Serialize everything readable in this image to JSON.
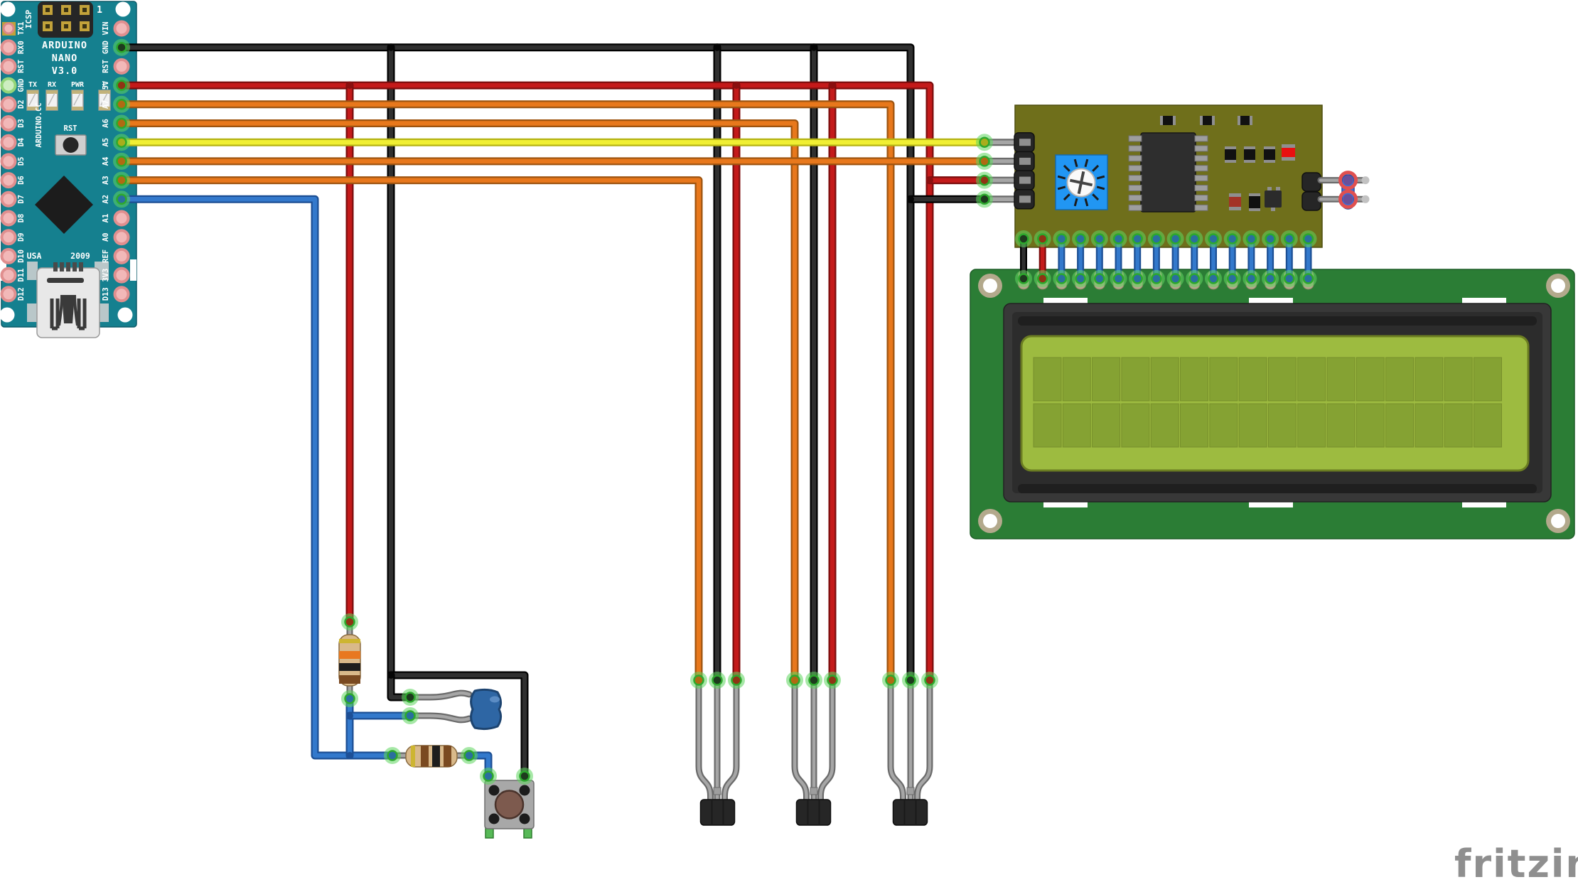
{
  "watermark": {
    "label": "fritzing",
    "color": "#8f8f8f"
  },
  "arduino": {
    "name": "Arduino Nano V3.0",
    "title_lines": [
      "ARDUINO",
      "NANO",
      "V3.0"
    ],
    "icsp_label": "ICSP",
    "pin1_label": "1",
    "reset_label": "RST",
    "brand_vertical": "ARDUINO.CC",
    "origin_label": "USA",
    "year_label": "2009",
    "led_labels": [
      "TX",
      "RX",
      "PWR",
      "L"
    ],
    "left_pins": [
      "TX1",
      "RX0",
      "RST",
      "GND",
      "D2",
      "D3",
      "D4",
      "D5",
      "D6",
      "D7",
      "D8",
      "D9",
      "D10",
      "D11",
      "D12"
    ],
    "right_pins": [
      "VIN",
      "GND",
      "RST",
      "5V",
      "A7",
      "A6",
      "A5",
      "A4",
      "A3",
      "A2",
      "A1",
      "A0",
      "REF",
      "3V3",
      "D13"
    ],
    "wired_right_pins": [
      {
        "pin": "GND",
        "wire": "black"
      },
      {
        "pin": "5V",
        "wire": "red"
      },
      {
        "pin": "A7",
        "wire": "orange"
      },
      {
        "pin": "A6",
        "wire": "orange"
      },
      {
        "pin": "A5",
        "wire": "yellow"
      },
      {
        "pin": "A4",
        "wire": "orange"
      },
      {
        "pin": "A3",
        "wire": "orange"
      },
      {
        "pin": "A2",
        "wire": "blue"
      }
    ]
  },
  "i2c_backpack": {
    "name": "I2C LCD backpack",
    "bottom_pin_count": 16,
    "header_wire_colors": [
      "yellow",
      "orange",
      "red",
      "black"
    ],
    "bottom_wire_colors_first_two": [
      "black",
      "red"
    ],
    "bottom_wire_color_rest": "blue",
    "jumper_color": "blue",
    "led_color": "red",
    "trimmer_color": "blue"
  },
  "lcd": {
    "name": "16x2 character LCD",
    "columns": 16,
    "rows": 2,
    "tab_count_top": 3,
    "tab_count_bottom": 3
  },
  "parts": {
    "vertical_resistor_bands_top_to_bottom": [
      "gold",
      "orange",
      "black",
      "brown"
    ],
    "horizontal_resistor_bands_left_to_right": [
      "gold",
      "brown",
      "black",
      "brown"
    ],
    "thermistor_color": "blue",
    "pushbutton_cap_color": "brown",
    "sensor_count": 3,
    "sensor_wire_colors_left_to_right": [
      "orange",
      "black",
      "red"
    ]
  },
  "palette": {
    "wire_black": "#303030",
    "wire_black_edge": "#000000",
    "wire_red": "#c41a1a",
    "wire_red_edge": "#7c0d0d",
    "wire_orange": "#e8781c",
    "wire_orange_edge": "#9e5410",
    "wire_yellow": "#f0ef33",
    "wire_yellow_edge": "#b5b314",
    "wire_blue": "#3379cc",
    "wire_blue_edge": "#1c4f94",
    "lead_gray": "#a6a6a6",
    "lead_gray_edge": "#6b6b6b",
    "ring_green": "#2da82d",
    "arduino_teal": "#15808f",
    "module_olive": "#6f6f1b",
    "lcd_pcb_green": "#2b7d35",
    "lcd_screen_green": "#9dbb40",
    "lcd_cell_green": "#85a233",
    "bezel_dark": "#383838",
    "pad_tan": "#b3a98c",
    "trimmer_blue": "#2196f3"
  }
}
